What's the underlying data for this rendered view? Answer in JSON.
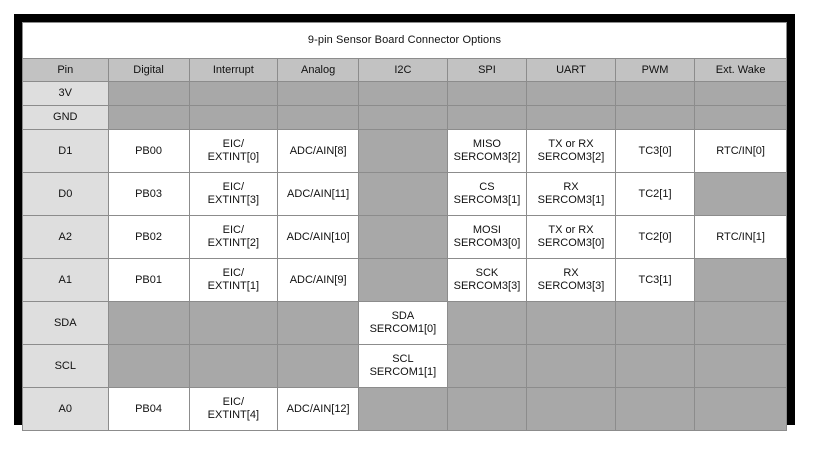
{
  "table": {
    "title": "9-pin Sensor Board Connector Options",
    "columns": [
      {
        "key": "pin",
        "label": "Pin"
      },
      {
        "key": "digital",
        "label": "Digital"
      },
      {
        "key": "interrupt",
        "label": "Interrupt"
      },
      {
        "key": "analog",
        "label": "Analog"
      },
      {
        "key": "i2c",
        "label": "I2C"
      },
      {
        "key": "spi",
        "label": "SPI"
      },
      {
        "key": "uart",
        "label": "UART"
      },
      {
        "key": "pwm",
        "label": "PWM"
      },
      {
        "key": "extwake",
        "label": "Ext. Wake"
      }
    ],
    "rows": [
      {
        "pin": "3V",
        "type": "rail",
        "digital": "",
        "interrupt": "",
        "analog": "",
        "i2c": "",
        "spi": "",
        "uart": "",
        "pwm": "",
        "extwake": ""
      },
      {
        "pin": "GND",
        "type": "rail",
        "digital": "",
        "interrupt": "",
        "analog": "",
        "i2c": "",
        "spi": "",
        "uart": "",
        "pwm": "",
        "extwake": ""
      },
      {
        "pin": "D1",
        "type": "data",
        "digital": "PB00",
        "interrupt_line1": "EIC/",
        "interrupt_line2": "EXTINT[0]",
        "analog": "ADC/AIN[8]",
        "i2c": "",
        "spi_line1": "MISO",
        "spi_line2": "SERCOM3[2]",
        "uart_line1": "TX or RX",
        "uart_line2": "SERCOM3[2]",
        "pwm": "TC3[0]",
        "extwake": "RTC/IN[0]"
      },
      {
        "pin": "D0",
        "type": "data",
        "digital": "PB03",
        "interrupt_line1": "EIC/",
        "interrupt_line2": "EXTINT[3]",
        "analog": "ADC/AIN[11]",
        "i2c": "",
        "spi_line1": "CS",
        "spi_line2": "SERCOM3[1]",
        "uart_line1": "RX",
        "uart_line2": "SERCOM3[1]",
        "pwm": "TC2[1]",
        "extwake": ""
      },
      {
        "pin": "A2",
        "type": "data",
        "digital": "PB02",
        "interrupt_line1": "EIC/",
        "interrupt_line2": "EXTINT[2]",
        "analog": "ADC/AIN[10]",
        "i2c": "",
        "spi_line1": "MOSI",
        "spi_line2": "SERCOM3[0]",
        "uart_line1": "TX or RX",
        "uart_line2": "SERCOM3[0]",
        "pwm": "TC2[0]",
        "extwake": "RTC/IN[1]"
      },
      {
        "pin": "A1",
        "type": "data",
        "digital": "PB01",
        "interrupt_line1": "EIC/",
        "interrupt_line2": "EXTINT[1]",
        "analog": "ADC/AIN[9]",
        "i2c": "",
        "spi_line1": "SCK",
        "spi_line2": "SERCOM3[3]",
        "uart_line1": "RX",
        "uart_line2": "SERCOM3[3]",
        "pwm": "TC3[1]",
        "extwake": ""
      },
      {
        "pin": "SDA",
        "type": "data",
        "digital": "",
        "interrupt": "",
        "analog": "",
        "i2c_line1": "SDA",
        "i2c_line2": "SERCOM1[0]",
        "spi": "",
        "uart": "",
        "pwm": "",
        "extwake": ""
      },
      {
        "pin": "SCL",
        "type": "data",
        "digital": "",
        "interrupt": "",
        "analog": "",
        "i2c_line1": "SCL",
        "i2c_line2": "SERCOM1[1]",
        "spi": "",
        "uart": "",
        "pwm": "",
        "extwake": ""
      },
      {
        "pin": "A0",
        "type": "data",
        "digital": "PB04",
        "interrupt_line1": "EIC/",
        "interrupt_line2": "EXTINT[4]",
        "analog": "ADC/AIN[12]",
        "i2c": "",
        "spi": "",
        "uart": "",
        "pwm": "",
        "extwake": ""
      }
    ]
  },
  "colors": {
    "frame": "#000000",
    "page_background": "#ffffff",
    "title_background": "#ffffff",
    "header_background": "#c2c2c2",
    "pin_background": "#dedede",
    "value_background": "#ffffff",
    "empty_background": "#a8a8a8",
    "gridline": "#8c8c8c",
    "text": "#111111"
  }
}
